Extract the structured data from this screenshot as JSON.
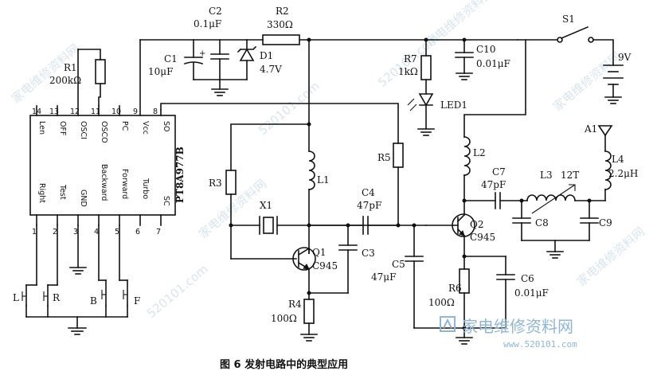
{
  "components": {
    "R1": {
      "ref": "R1",
      "value": "200kΩ"
    },
    "C1": {
      "ref": "C1",
      "value": "10μF"
    },
    "C2": {
      "ref": "C2",
      "value": "0.1μF"
    },
    "D1": {
      "ref": "D1",
      "value": "4.7V"
    },
    "R2": {
      "ref": "R2",
      "value": "330Ω"
    },
    "R7": {
      "ref": "R7",
      "value": "1kΩ"
    },
    "C10": {
      "ref": "C10",
      "value": "0.01μF"
    },
    "LED1": {
      "ref": "LED1"
    },
    "S1": {
      "ref": "S1"
    },
    "BAT": {
      "value": "9V"
    },
    "A1": {
      "ref": "A1"
    },
    "L4": {
      "ref": "L4",
      "value": "2.2μH"
    },
    "L2": {
      "ref": "L2"
    },
    "C7": {
      "ref": "C7",
      "value": "47pF"
    },
    "L3": {
      "ref": "L3",
      "value": "12T"
    },
    "C8": {
      "ref": "C8"
    },
    "C9": {
      "ref": "C9"
    },
    "Q2": {
      "ref": "Q2",
      "value": "C945"
    },
    "R6": {
      "ref": "R6",
      "value": "100Ω"
    },
    "C6": {
      "ref": "C6",
      "value": "0.01μF"
    },
    "C5": {
      "ref": "C5",
      "value": "47μF"
    },
    "R5": {
      "ref": "R5"
    },
    "C4": {
      "ref": "C4",
      "value": "47pF"
    },
    "L1": {
      "ref": "L1"
    },
    "R3": {
      "ref": "R3"
    },
    "X1": {
      "ref": "X1"
    },
    "Q1": {
      "ref": "Q1",
      "value": "C945"
    },
    "C3": {
      "ref": "C3"
    },
    "R4": {
      "ref": "R4",
      "value": "100Ω"
    }
  },
  "ic": {
    "name": "PT8A977B",
    "top_pins": [
      "14",
      "13",
      "12",
      "11",
      "10",
      "9",
      "8"
    ],
    "top_labels": [
      "Len",
      "OFF",
      "OSCI",
      "OSCO",
      "PC",
      "Vcc",
      "SO"
    ],
    "bottom_pins": [
      "1",
      "2",
      "3",
      "4",
      "5",
      "6",
      "7"
    ],
    "bottom_labels": [
      "Right",
      "Test",
      "GND",
      "Backward",
      "Forward",
      "Turbo",
      "SC"
    ]
  },
  "switches": {
    "L": "L",
    "R": "R",
    "B": "B",
    "F": "F"
  },
  "caption": "图 6   发射电路中的典型应用",
  "watermark": {
    "cn": "家电维修资料网",
    "url": "www.520101.com",
    "url_short": "520101.com"
  }
}
